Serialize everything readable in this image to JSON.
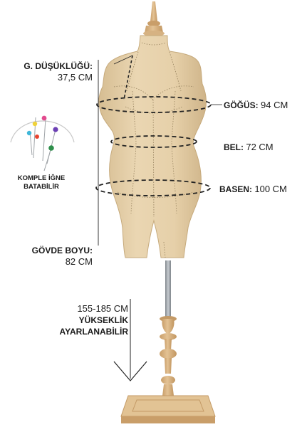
{
  "measurements": {
    "shoulder_drop": {
      "label": "G. DÜŞÜKLÜĞÜ:",
      "value": "37,5 CM"
    },
    "bust": {
      "label": "GÖĞÜS:",
      "value": "94 CM"
    },
    "waist": {
      "label": "BEL:",
      "value": "72 CM"
    },
    "hip": {
      "label": "BASEN:",
      "value": "100 CM"
    },
    "torso_length": {
      "label": "GÖVDE BOYU:",
      "value": "82 CM"
    },
    "height": {
      "line1": "155-185 CM",
      "line2": "YÜKSEKLİK",
      "line3": "AYARLANABİLİR"
    }
  },
  "pins_caption": {
    "line1": "KOMPLE İĞNE",
    "line2": "BATABİLİR"
  },
  "colors": {
    "fabric": "#e7d2ad",
    "fabric_shade": "#d7bf95",
    "wood": "#dcb98a",
    "wood_dark": "#c49a66",
    "pole": "#9aa0a6",
    "text": "#1a1a1a"
  }
}
